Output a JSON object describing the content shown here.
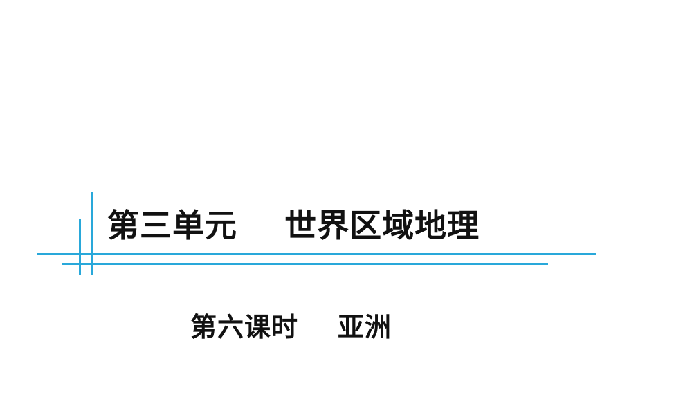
{
  "slide": {
    "unit_label": "第三单元",
    "unit_name": "世界区域地理",
    "lesson_label": "第六课时",
    "lesson_name": "亚洲"
  },
  "colors": {
    "accent_lines": "#29a8da",
    "text": "#111111",
    "background": "#ffffff"
  }
}
